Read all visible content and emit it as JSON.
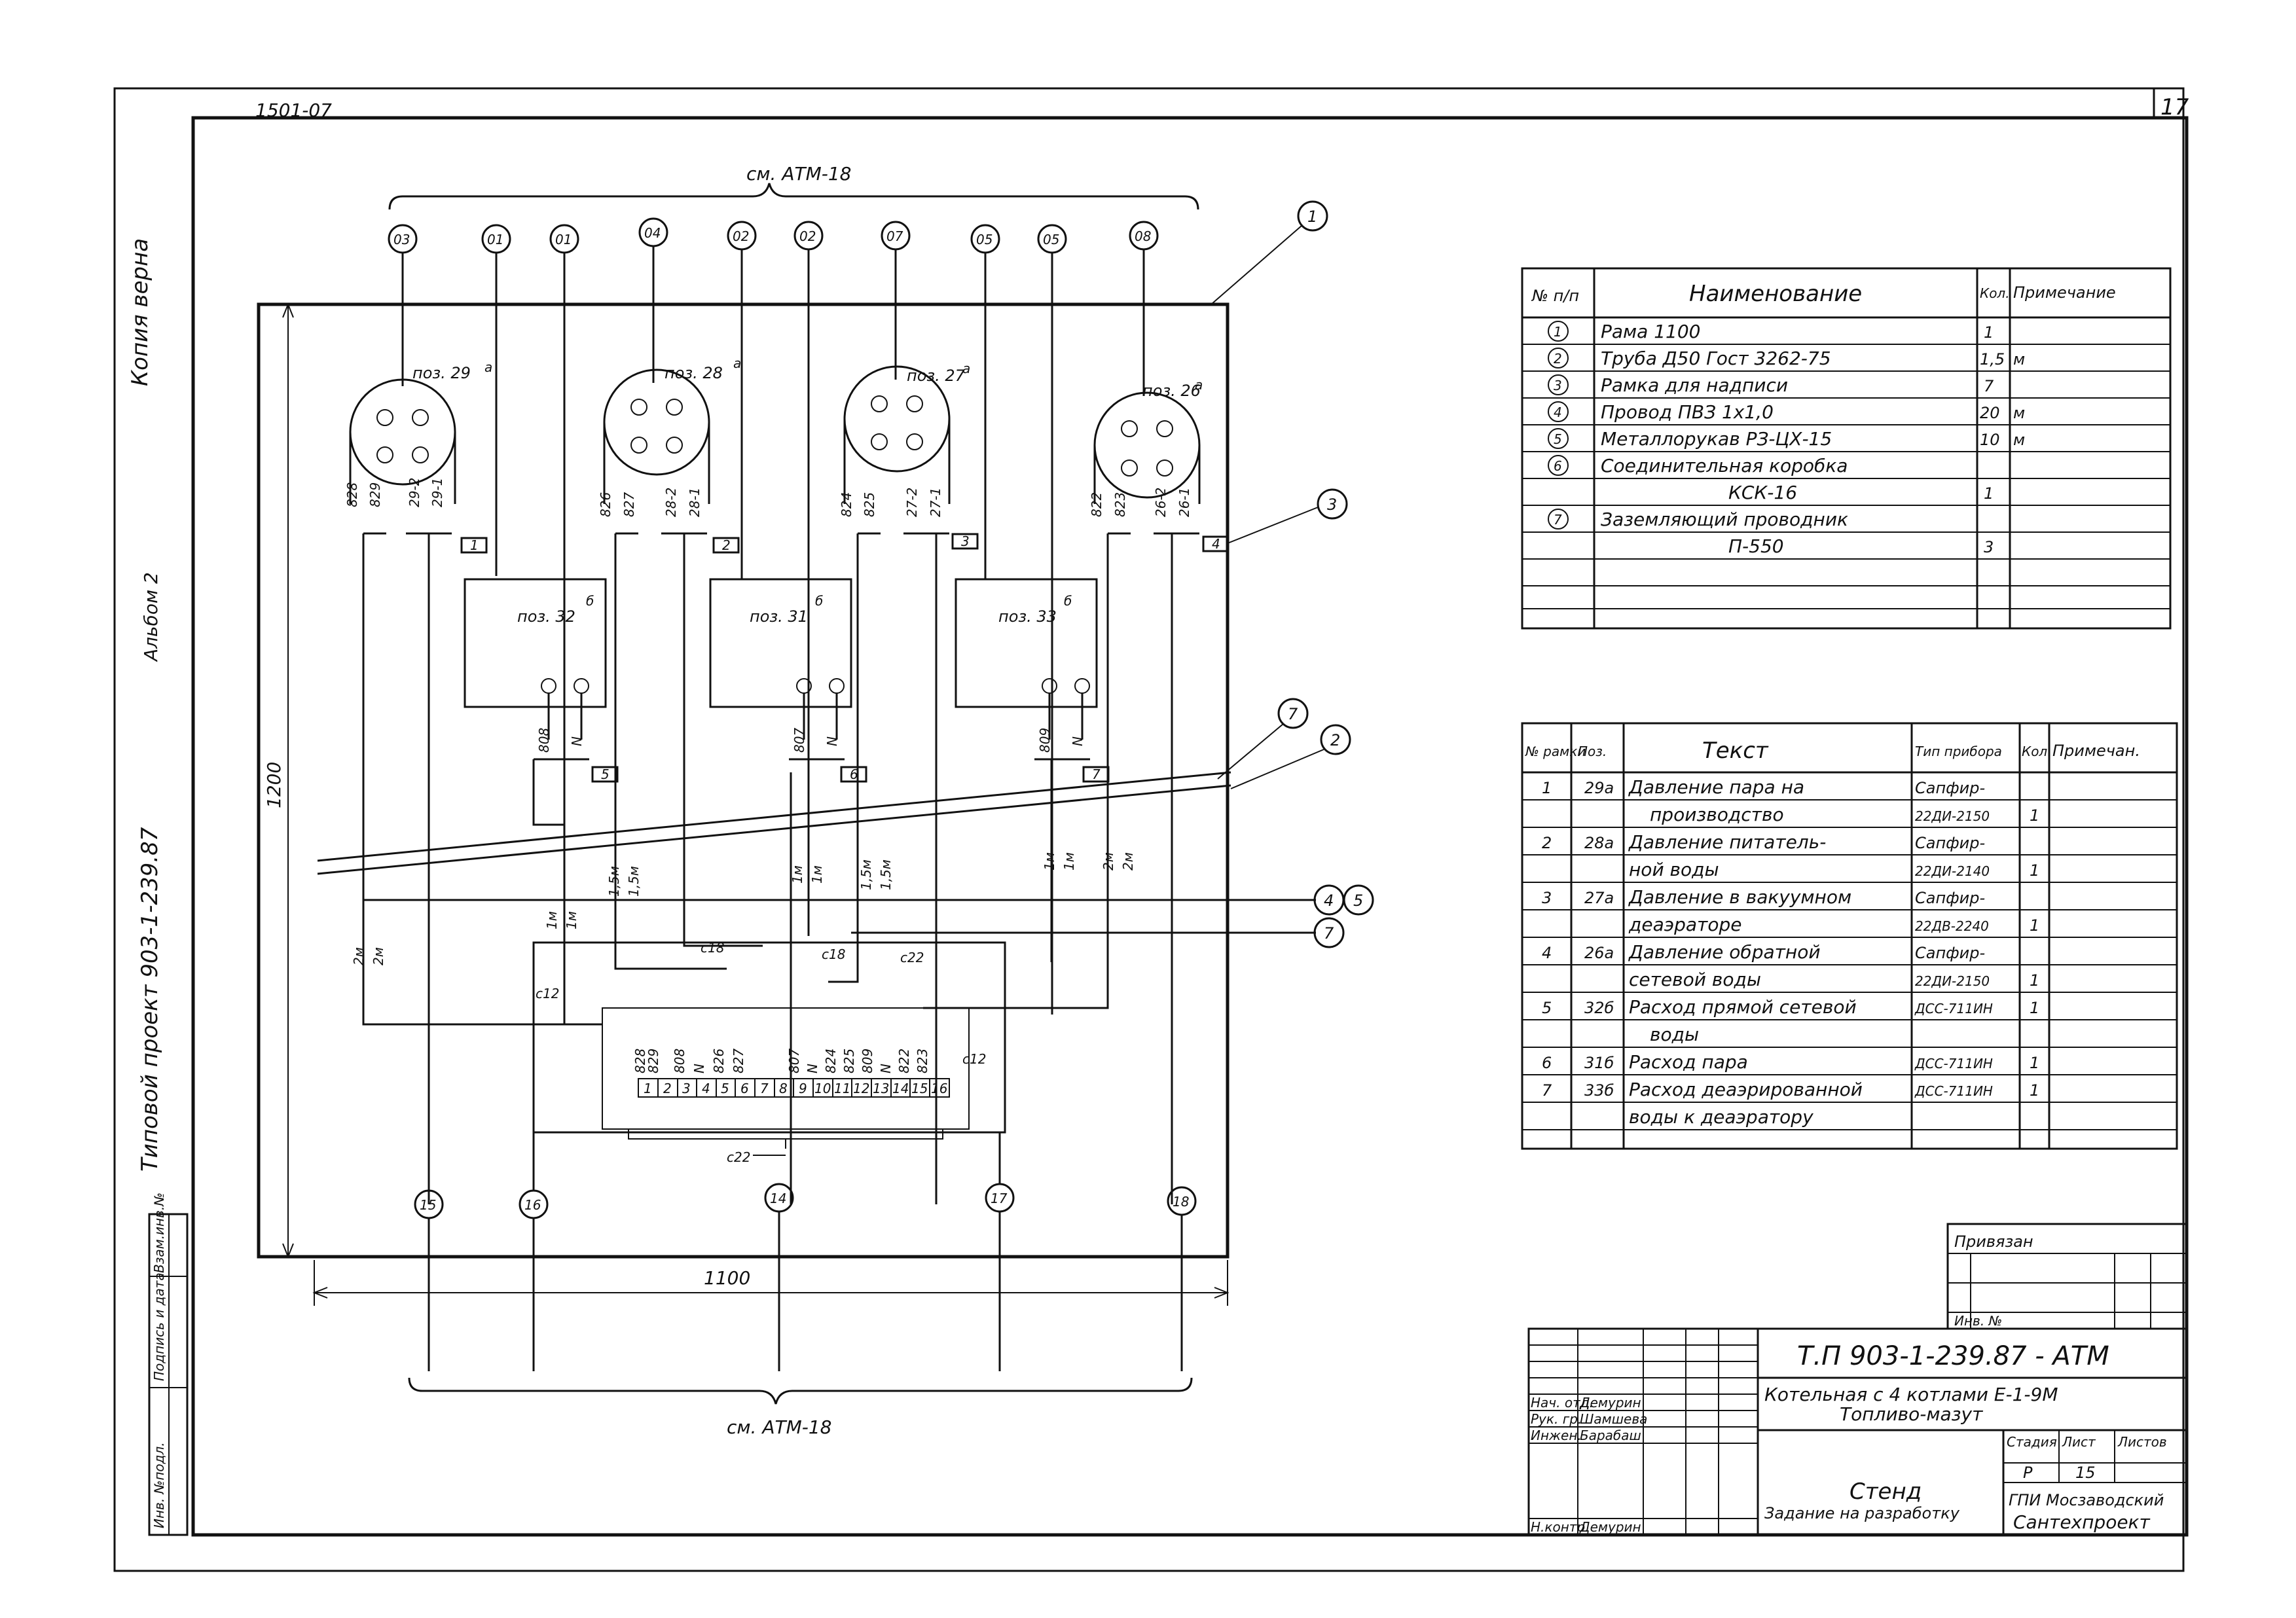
{
  "sheet": {
    "corner_stamp": "1501-07",
    "sheet_number": "17",
    "copy_note": "Копия верна",
    "album_note": "Альбом 2",
    "project_note": "Типовой проект 903-1-239.87",
    "side_labels": [
      "Инв. №подл.",
      "Подпись и дата",
      "Взам.инв.№"
    ]
  },
  "diagram": {
    "top_brace_label": "см. АТМ-18",
    "bottom_brace_label": "см. АТМ-18",
    "dim_height": "1200",
    "dim_width": "1100",
    "top_cables": [
      "03",
      "01",
      "01",
      "04",
      "02",
      "02",
      "07",
      "05",
      "05",
      "08"
    ],
    "bottom_cables": [
      "15",
      "16",
      "14",
      "17",
      "18"
    ],
    "callouts": [
      "1",
      "3",
      "7",
      "2",
      "4",
      "5",
      "7"
    ],
    "instruments": [
      {
        "pos": "поз. 29",
        "sup": "а",
        "wires": [
          "828",
          "829",
          "29-2",
          "29-1"
        ],
        "tag": "1"
      },
      {
        "pos": "поз. 28",
        "sup": "а",
        "wires": [
          "826",
          "827",
          "28-2",
          "28-1"
        ],
        "tag": "2"
      },
      {
        "pos": "поз. 27",
        "sup": "а",
        "wires": [
          "824",
          "825",
          "27-2",
          "27-1"
        ],
        "tag": "3"
      },
      {
        "pos": "поз. 26",
        "sup": "а",
        "wires": [
          "822",
          "823",
          "26-2",
          "26-1"
        ],
        "tag": "4"
      }
    ],
    "transmitters": [
      {
        "pos": "поз. 32",
        "sup": "б",
        "wires": [
          "808",
          "N"
        ],
        "tag": "5"
      },
      {
        "pos": "поз. 31",
        "sup": "б",
        "wires": [
          "807",
          "N"
        ],
        "tag": "6"
      },
      {
        "pos": "поз. 33",
        "sup": "б",
        "wires": [
          "809",
          "N"
        ],
        "tag": "7"
      }
    ],
    "vertical_wire_labels": [
      "2м",
      "2м",
      "1м",
      "1м",
      "1,5м",
      "1,5м",
      "1м",
      "1м",
      "1,5м",
      "1,5м",
      "1м",
      "1м",
      "2м",
      "2м"
    ],
    "box_labels": [
      "с18",
      "с18",
      "с22",
      "с12",
      "с12",
      "с22"
    ],
    "terminal_wires": [
      "828",
      "829",
      "808",
      "N",
      "826",
      "827",
      "807",
      "N",
      "824",
      "825",
      "809",
      "N",
      "822",
      "823"
    ],
    "terminals": [
      "1",
      "2",
      "3",
      "4",
      "5",
      "6",
      "7",
      "8",
      "9",
      "10",
      "11",
      "12",
      "13",
      "14",
      "15",
      "16"
    ]
  },
  "spec_table": {
    "headers": [
      "№ п/п",
      "Наименование",
      "Кол.",
      "Примечание"
    ],
    "rows": [
      {
        "num": "1",
        "name": "Рама 1100",
        "qty": "1",
        "note": ""
      },
      {
        "num": "2",
        "name": "Труба Д50 Гост 3262-75",
        "qty": "1,5",
        "note": "м"
      },
      {
        "num": "3",
        "name": "Рамка для надписи",
        "qty": "7",
        "note": ""
      },
      {
        "num": "4",
        "name": "Провод ПВЗ 1х1,0",
        "qty": "20",
        "note": "м"
      },
      {
        "num": "5",
        "name": "Металлорукав РЗ-ЦХ-15",
        "qty": "10",
        "note": "м"
      },
      {
        "num": "6",
        "name": "Соединительная коробка",
        "qty": "",
        "note": ""
      },
      {
        "num": "",
        "name": "КСК-16",
        "qty": "1",
        "note": ""
      },
      {
        "num": "7",
        "name": "Заземляющий проводник",
        "qty": "",
        "note": ""
      },
      {
        "num": "",
        "name": "П-550",
        "qty": "3",
        "note": ""
      }
    ]
  },
  "label_table": {
    "headers": [
      "№ рамки",
      "Поз.",
      "Текст",
      "Тип прибора",
      "Кол.",
      "Примечан."
    ],
    "rows": [
      {
        "frame": "1",
        "pos": "29а",
        "text": "Давление пара на",
        "type": "Сапфир-",
        "qty": ""
      },
      {
        "frame": "",
        "pos": "",
        "text": "производство",
        "type": "22ДИ-2150",
        "qty": "1"
      },
      {
        "frame": "2",
        "pos": "28а",
        "text": "Давление питатель-",
        "type": "Сапфир-",
        "qty": ""
      },
      {
        "frame": "",
        "pos": "",
        "text": "ной воды",
        "type": "22ДИ-2140",
        "qty": "1"
      },
      {
        "frame": "3",
        "pos": "27а",
        "text": "Давление в вакуумном",
        "type": "Сапфир-",
        "qty": ""
      },
      {
        "frame": "",
        "pos": "",
        "text": "деаэраторе",
        "type": "22ДВ-2240",
        "qty": "1"
      },
      {
        "frame": "4",
        "pos": "26а",
        "text": "Давление обратной",
        "type": "Сапфир-",
        "qty": ""
      },
      {
        "frame": "",
        "pos": "",
        "text": "сетевой воды",
        "type": "22ДИ-2150",
        "qty": "1"
      },
      {
        "frame": "5",
        "pos": "32б",
        "text": "Расход прямой сетевой",
        "type": "ДСС-711ИН",
        "qty": "1"
      },
      {
        "frame": "",
        "pos": "",
        "text": "воды",
        "type": "",
        "qty": ""
      },
      {
        "frame": "6",
        "pos": "31б",
        "text": "Расход пара",
        "type": "ДСС-711ИН",
        "qty": "1"
      },
      {
        "frame": "7",
        "pos": "33б",
        "text": "Расход деаэрированной",
        "type": "ДСС-711ИН",
        "qty": "1"
      },
      {
        "frame": "",
        "pos": "",
        "text": "воды к деаэратору",
        "type": "",
        "qty": ""
      }
    ]
  },
  "title_block": {
    "bound_label": "Привязан",
    "inv_label": "Инв. №",
    "doc_code": "Т.П 903-1-239.87 - АТМ",
    "object": "Котельная с 4 котлами Е-1-9М",
    "fuel": "Топливо-мазут",
    "sheet_title": "Стенд",
    "sheet_subtitle": "Задание на разработку",
    "stage_label": "Стадия",
    "sheet_label": "Лист",
    "sheets_label": "Листов",
    "stage": "Р",
    "sheet_no": "15",
    "org_line1": "ГПИ Мосзаводский",
    "org_line2": "Сантехпроект",
    "roles": [
      {
        "role": "Нач. отд.",
        "name": "Демурин"
      },
      {
        "role": "Рук. гр.",
        "name": "Шамшева"
      },
      {
        "role": "Инжен.",
        "name": "Барабаш"
      },
      {
        "role": "Н.контр.",
        "name": "Демурин"
      }
    ]
  }
}
